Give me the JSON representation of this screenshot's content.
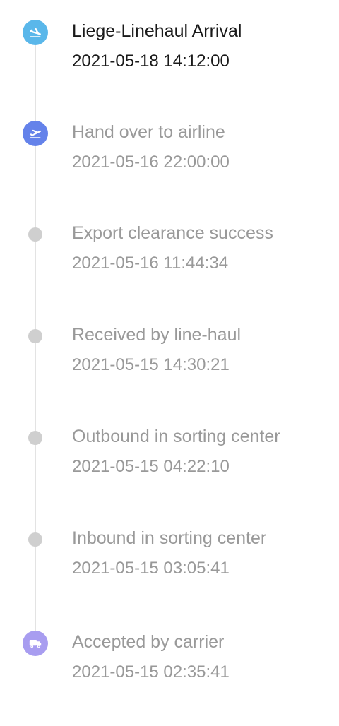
{
  "colors": {
    "arrival_icon": "#5ab7ea",
    "departure_icon": "#6482ea",
    "pending_dot": "#cfcfcf",
    "carrier_icon": "#a89df0",
    "track": "#e3e3e3",
    "current_text": "#1a1a1a",
    "past_text": "#999999"
  },
  "events": [
    {
      "title": "Liege-Linehaul Arrival",
      "time": "2021-05-18 14:12:00",
      "icon": "plane-landing-icon",
      "status": "current"
    },
    {
      "title": "Hand over to airline",
      "time": "2021-05-16 22:00:00",
      "icon": "plane-departure-icon",
      "status": "past"
    },
    {
      "title": "Export clearance success",
      "time": "2021-05-16 11:44:34",
      "icon": "dot-icon",
      "status": "past"
    },
    {
      "title": "Received by line-haul",
      "time": "2021-05-15 14:30:21",
      "icon": "dot-icon",
      "status": "past"
    },
    {
      "title": "Outbound in sorting center",
      "time": "2021-05-15 04:22:10",
      "icon": "dot-icon",
      "status": "past"
    },
    {
      "title": "Inbound in sorting center",
      "time": "2021-05-15 03:05:41",
      "icon": "dot-icon",
      "status": "past"
    },
    {
      "title": "Accepted by carrier",
      "time": "2021-05-15 02:35:41",
      "icon": "truck-icon",
      "status": "past"
    }
  ]
}
